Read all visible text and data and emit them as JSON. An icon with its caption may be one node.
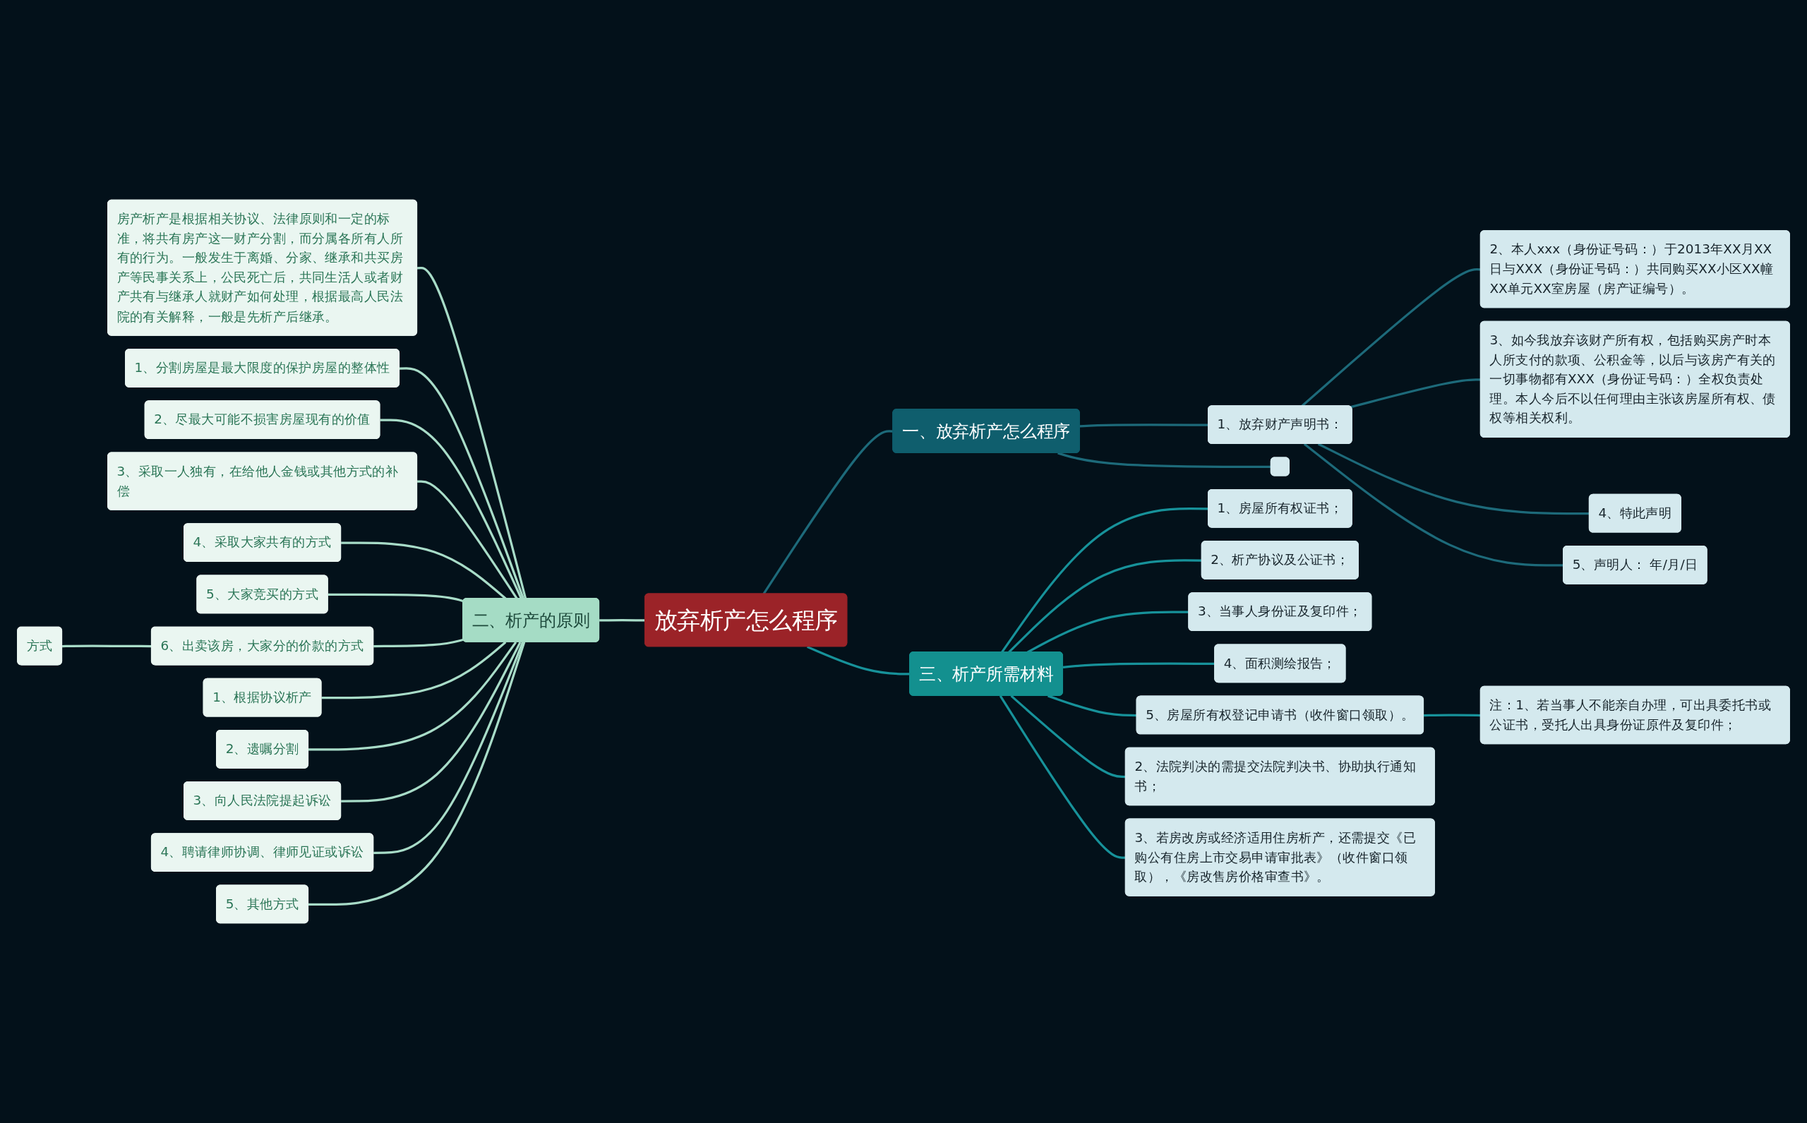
{
  "diagram": {
    "nodes": [
      {
        "text": [
          "放弃析产怎么程序"
        ]
      },
      {
        "text": [
          "一、放弃析产怎么程序"
        ]
      },
      {
        "text": [
          "1、放弃财产声明书："
        ]
      },
      {
        "text": [
          "2、本人xxx（身份证号码：）于2013年XX月XX日与XXX（身份证号码：）共同购买XX小区XX幢XX单元XX室房屋（房产证编号）。"
        ]
      },
      {
        "text": [
          "3、如今我放弃该财产所有权，包括购买房产时本人所支付的款项、公积金等，以后与该房产有关的一切事物都有XXX（身份证号码：）全权负责处理。本人今后不以任何理由主张该房屋所有权、债权等相关权利。"
        ]
      },
      {
        "text": [
          "4、特此声明"
        ]
      },
      {
        "text": [
          "5、声明人： 年/月/日"
        ]
      },
      {
        "text": [],
        "shape": "box"
      },
      {
        "text": [
          "二、析产的原则"
        ]
      },
      {
        "text": [
          "房产析产是根据相关协议、法律原则和一定的标准，将共有房产这一财产分割，而分属各所有人所有的行为。一般发生于离婚、分家、继承和共买房产等民事关系上，公民死亡后，共同生活人或者财产共有与继承人就财产如何处理，根据最高人民法院的有关解释，一般是先析产后继承。"
        ]
      },
      {
        "text": [
          "1、分割房屋是最大限度的保护房屋的整体性"
        ]
      },
      {
        "text": [
          "2、尽最大可能不损害房屋现有的价值"
        ]
      },
      {
        "text": [
          "3、采取一人独有，在给他人金钱或其他方式的补偿"
        ]
      },
      {
        "text": [
          "4、采取大家共有的方式"
        ]
      },
      {
        "text": [
          "5、大家竞买的方式"
        ]
      },
      {
        "text": [
          "6、出卖该房，大家分的价款的方式"
        ]
      },
      {
        "text": [
          "方式"
        ]
      },
      {
        "text": [
          "1、根据协议析产"
        ]
      },
      {
        "text": [
          "2、遗嘱分割"
        ]
      },
      {
        "text": [
          "3、向人民法院提起诉讼"
        ]
      },
      {
        "text": [
          "4、聘请律师协调、律师见证或诉讼"
        ]
      },
      {
        "text": [
          "5、其他方式"
        ]
      },
      {
        "text": [
          "三、析产所需材料"
        ]
      },
      {
        "text": [
          "1、房屋所有权证书；"
        ]
      },
      {
        "text": [
          "2、析产协议及公证书；"
        ]
      },
      {
        "text": [
          "3、当事人身份证及复印件；"
        ]
      },
      {
        "text": [
          "4、面积测绘报告；"
        ]
      },
      {
        "text": [
          "5、房屋所有权登记申请书（收件窗口领取）。"
        ]
      },
      {
        "text": [
          "注：1、若当事人不能亲自办理，可出具委托书或公证书，受托人出具身份证原件及复印件；"
        ]
      },
      {
        "text": [
          "2、法院判决的需提交法院判决书、协助执行通知书；"
        ]
      },
      {
        "text": [
          "3、若房改房或经济适用住房析产，还需提交《已购公有住房上市交易申请审批表》（收件窗口领取），《房改售房价格审查书》。"
        ]
      }
    ],
    "edges": [
      {
        "from": 0,
        "to": 1,
        "arrow": "none",
        "color": "#1d6a7a"
      },
      {
        "from": 1,
        "to": 2,
        "arrow": "none",
        "color": "#1d6a7a"
      },
      {
        "from": 2,
        "to": 3,
        "arrow": "none",
        "color": "#1d6a7a"
      },
      {
        "from": 2,
        "to": 4,
        "arrow": "none",
        "color": "#1d6a7a"
      },
      {
        "from": 2,
        "to": 5,
        "arrow": "none",
        "color": "#1d6a7a"
      },
      {
        "from": 2,
        "to": 6,
        "arrow": "none",
        "color": "#1d6a7a"
      },
      {
        "from": 1,
        "to": 7,
        "arrow": "none",
        "color": "#1d6a7a"
      },
      {
        "from": 8,
        "to": 0,
        "arrow": "none"
      },
      {
        "from": 9,
        "to": 8,
        "arrow": "none"
      },
      {
        "from": 10,
        "to": 8,
        "arrow": "none"
      },
      {
        "from": 11,
        "to": 8,
        "arrow": "none"
      },
      {
        "from": 12,
        "to": 8,
        "arrow": "none"
      },
      {
        "from": 13,
        "to": 8,
        "arrow": "none"
      },
      {
        "from": 14,
        "to": 8,
        "arrow": "none"
      },
      {
        "from": 15,
        "to": 8,
        "arrow": "none"
      },
      {
        "from": 16,
        "to": 15,
        "arrow": "none"
      },
      {
        "from": 17,
        "to": 8,
        "arrow": "none"
      },
      {
        "from": 18,
        "to": 8,
        "arrow": "none"
      },
      {
        "from": 19,
        "to": 8,
        "arrow": "none"
      },
      {
        "from": 20,
        "to": 8,
        "arrow": "none"
      },
      {
        "from": 21,
        "to": 8,
        "arrow": "none"
      },
      {
        "from": 0,
        "to": 22,
        "arrow": "none",
        "color": "#17929a"
      },
      {
        "from": 22,
        "to": 23,
        "arrow": "none",
        "color": "#17929a"
      },
      {
        "from": 22,
        "to": 24,
        "arrow": "none",
        "color": "#17929a"
      },
      {
        "from": 22,
        "to": 25,
        "arrow": "none",
        "color": "#17929a"
      },
      {
        "from": 22,
        "to": 26,
        "arrow": "none",
        "color": "#17929a"
      },
      {
        "from": 22,
        "to": 27,
        "arrow": "none",
        "color": "#17929a"
      },
      {
        "from": 27,
        "to": 28,
        "arrow": "none",
        "color": "#17929a"
      },
      {
        "from": 22,
        "to": 29,
        "arrow": "none",
        "color": "#17929a"
      },
      {
        "from": 22,
        "to": 30,
        "arrow": "none",
        "color": "#17929a"
      }
    ]
  }
}
